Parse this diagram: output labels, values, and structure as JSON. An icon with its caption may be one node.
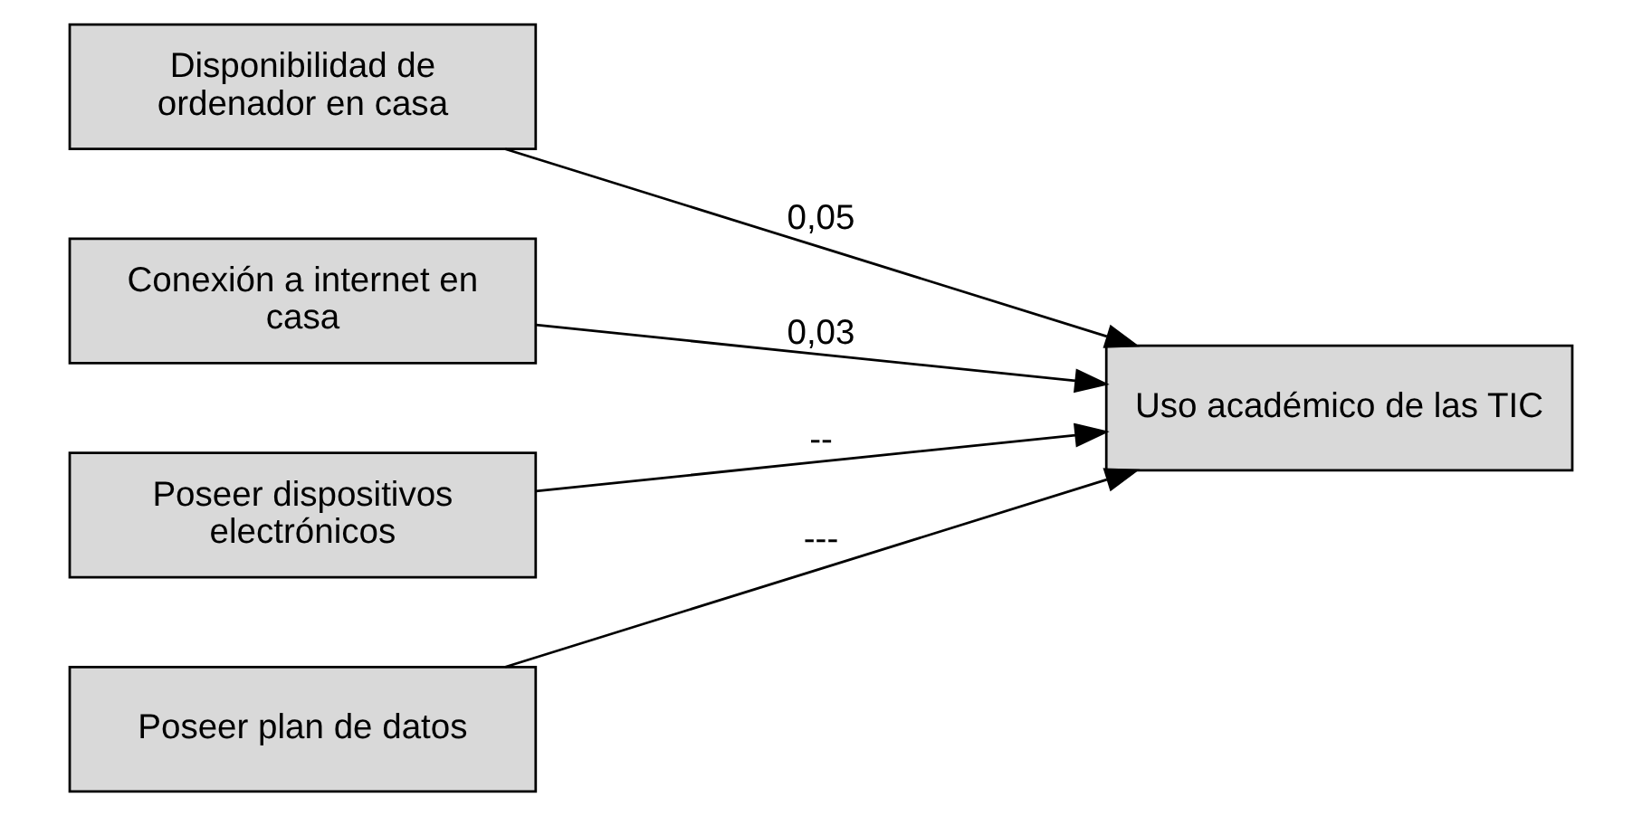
{
  "diagram": {
    "nodes": [
      {
        "text": [
          "Disponibilidad de ordenador en casa"
        ]
      },
      {
        "text": [
          "Conexión a internet en casa"
        ]
      },
      {
        "text": [
          "Poseer dispositivos electrónicos"
        ]
      },
      {
        "text": [
          "Poseer plan de datos"
        ]
      },
      {
        "text": [
          "Uso académico de las TIC"
        ]
      }
    ],
    "edges": [
      {
        "from": 0,
        "to": 4,
        "arrow": "to",
        "label": "0,05"
      },
      {
        "from": 1,
        "to": 4,
        "arrow": "to",
        "label": "0,03"
      },
      {
        "from": 2,
        "to": 4,
        "arrow": "to",
        "label": "--"
      },
      {
        "from": 3,
        "to": 4,
        "arrow": "to",
        "label": "---"
      }
    ]
  }
}
